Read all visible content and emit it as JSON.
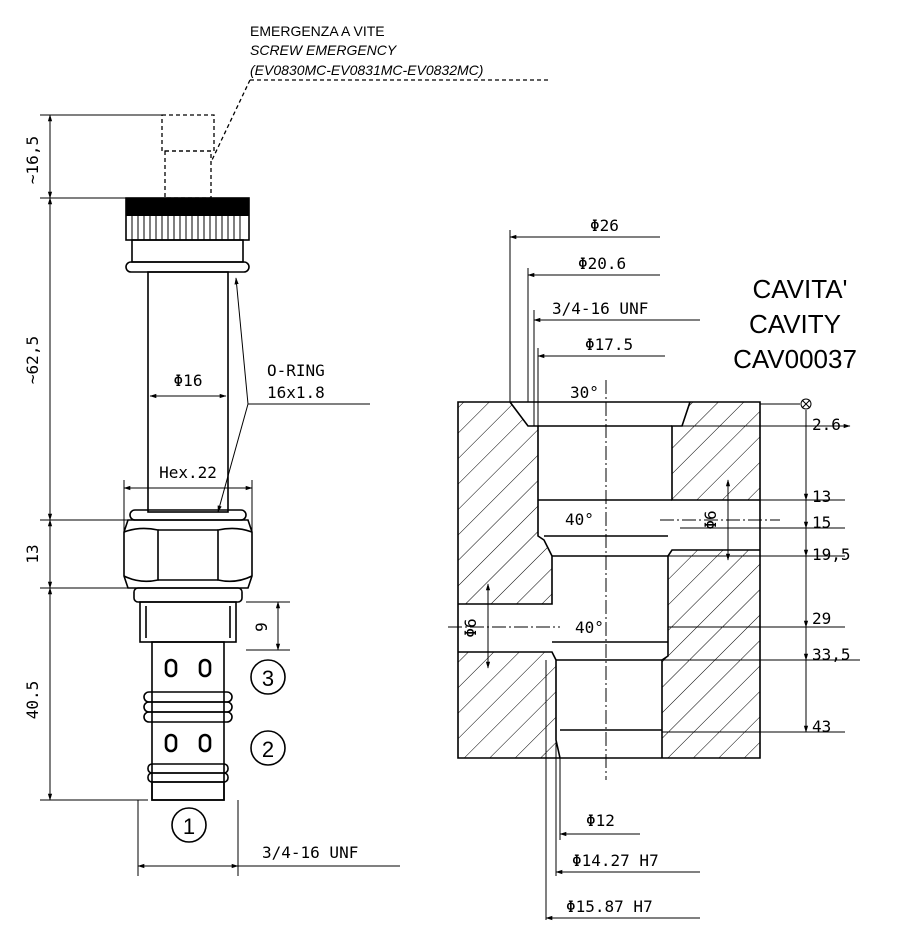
{
  "emergency": {
    "line1": "EMERGENZA A VITE",
    "line2": "SCREW EMERGENCY",
    "line3": "(EV0830MC-EV0831MC-EV0832MC)"
  },
  "cartridge": {
    "dim_top": "~16,5",
    "dim_body": "~62,5",
    "dim_hex": "13",
    "dim_bottom": "40.5",
    "dim_9": "9",
    "diameter": "Φ16",
    "oring_label": "O-RING",
    "oring_size": "16x1.8",
    "hex_label": "Hex.22",
    "thread": "3/4-16 UNF",
    "ports": [
      "3",
      "2",
      "1"
    ]
  },
  "cavity": {
    "title1": "CAVITA'",
    "title2": "CAVITY",
    "title3": "CAV00037",
    "d26": "Φ26",
    "d20_6": "Φ20.6",
    "thread": "3/4-16 UNF",
    "d17_5": "Φ17.5",
    "angle30": "30°",
    "angle40a": "40°",
    "angle40b": "40°",
    "d6_right": "Φ6",
    "d6_left": "Φ6",
    "depths": [
      "2.6",
      "13",
      "15",
      "19,5",
      "29",
      "33,5",
      "43"
    ],
    "d12": "Φ12",
    "d14_27": "Φ14.27 H7",
    "d15_87": "Φ15.87 H7"
  }
}
